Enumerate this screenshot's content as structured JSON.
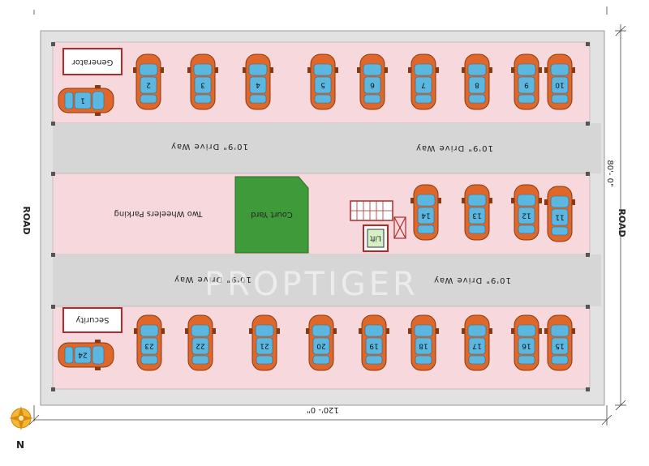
{
  "plan": {
    "road_left": "ROAD",
    "road_right": "ROAD",
    "dimension_width": "120'- 0\"",
    "dimension_depth": "80'- 0\"",
    "compass_label": "N",
    "watermark": "PROPTIGER"
  },
  "rooms": {
    "generator": "Generator",
    "security": "Security",
    "court_yard": "Court Yard",
    "lift": "Lift",
    "two_wheelers": "Two Wheelers Parking"
  },
  "driveways": {
    "top_left": "10'9\" Drive Way",
    "top_right": "10'9\" Drive Way",
    "bottom_left": "10'9\" Drive Way",
    "bottom_right": "10'9\" Drive Way"
  },
  "parking_slots": [
    "1",
    "2",
    "3",
    "4",
    "5",
    "6",
    "7",
    "8",
    "9",
    "10",
    "11",
    "12",
    "13",
    "14",
    "15",
    "16",
    "17",
    "18",
    "19",
    "20",
    "21",
    "22",
    "23",
    "24"
  ],
  "colors": {
    "floor": "#f7d8dc",
    "driveway": "#d6d6d6",
    "court_yard": "#3f9b3a",
    "car_body": "#e0672a",
    "car_glass": "#5bb7e0",
    "wall": "#b02a2a"
  }
}
